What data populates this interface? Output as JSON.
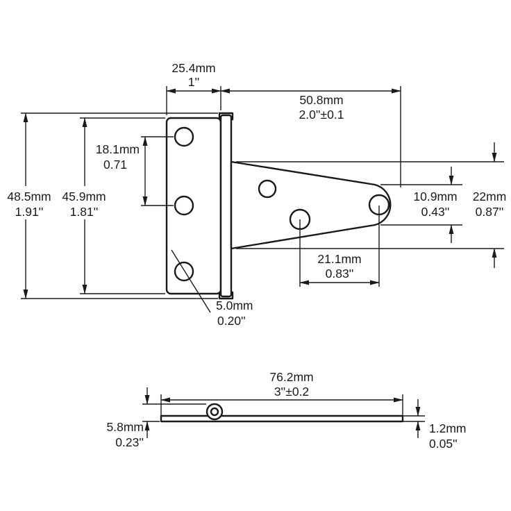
{
  "drawing": {
    "subject": "T-hinge dimensional drawing, front view and side view",
    "colors": {
      "line": "#1a1a1a",
      "background": "#ffffff"
    },
    "dimensions": {
      "plate_width": {
        "metric": "25.4mm",
        "imperial": "1''"
      },
      "strap_length": {
        "metric": "50.8mm",
        "imperial": "2.0''±0.1"
      },
      "leaf_hole_pitch": {
        "metric": "18.1mm",
        "imperial": "0.71"
      },
      "overall_height": {
        "metric": "48.5mm",
        "imperial": "1.91''"
      },
      "leaf_height": {
        "metric": "45.9mm",
        "imperial": "1.81''"
      },
      "tip_width": {
        "metric": "10.9mm",
        "imperial": "0.43''"
      },
      "strap_base_width": {
        "metric": "22mm",
        "imperial": "0.87''"
      },
      "strap_hole_pitch": {
        "metric": "21.1mm",
        "imperial": "0.83''"
      },
      "hole_diameter": {
        "metric": "5.0mm",
        "imperial": "0.20''"
      },
      "overall_length": {
        "metric": "76.2mm",
        "imperial": "3''±0.2"
      },
      "knuckle_height": {
        "metric": "5.8mm",
        "imperial": "0.23''"
      },
      "leaf_thickness": {
        "metric": "1.2mm",
        "imperial": "0.05''"
      }
    }
  }
}
